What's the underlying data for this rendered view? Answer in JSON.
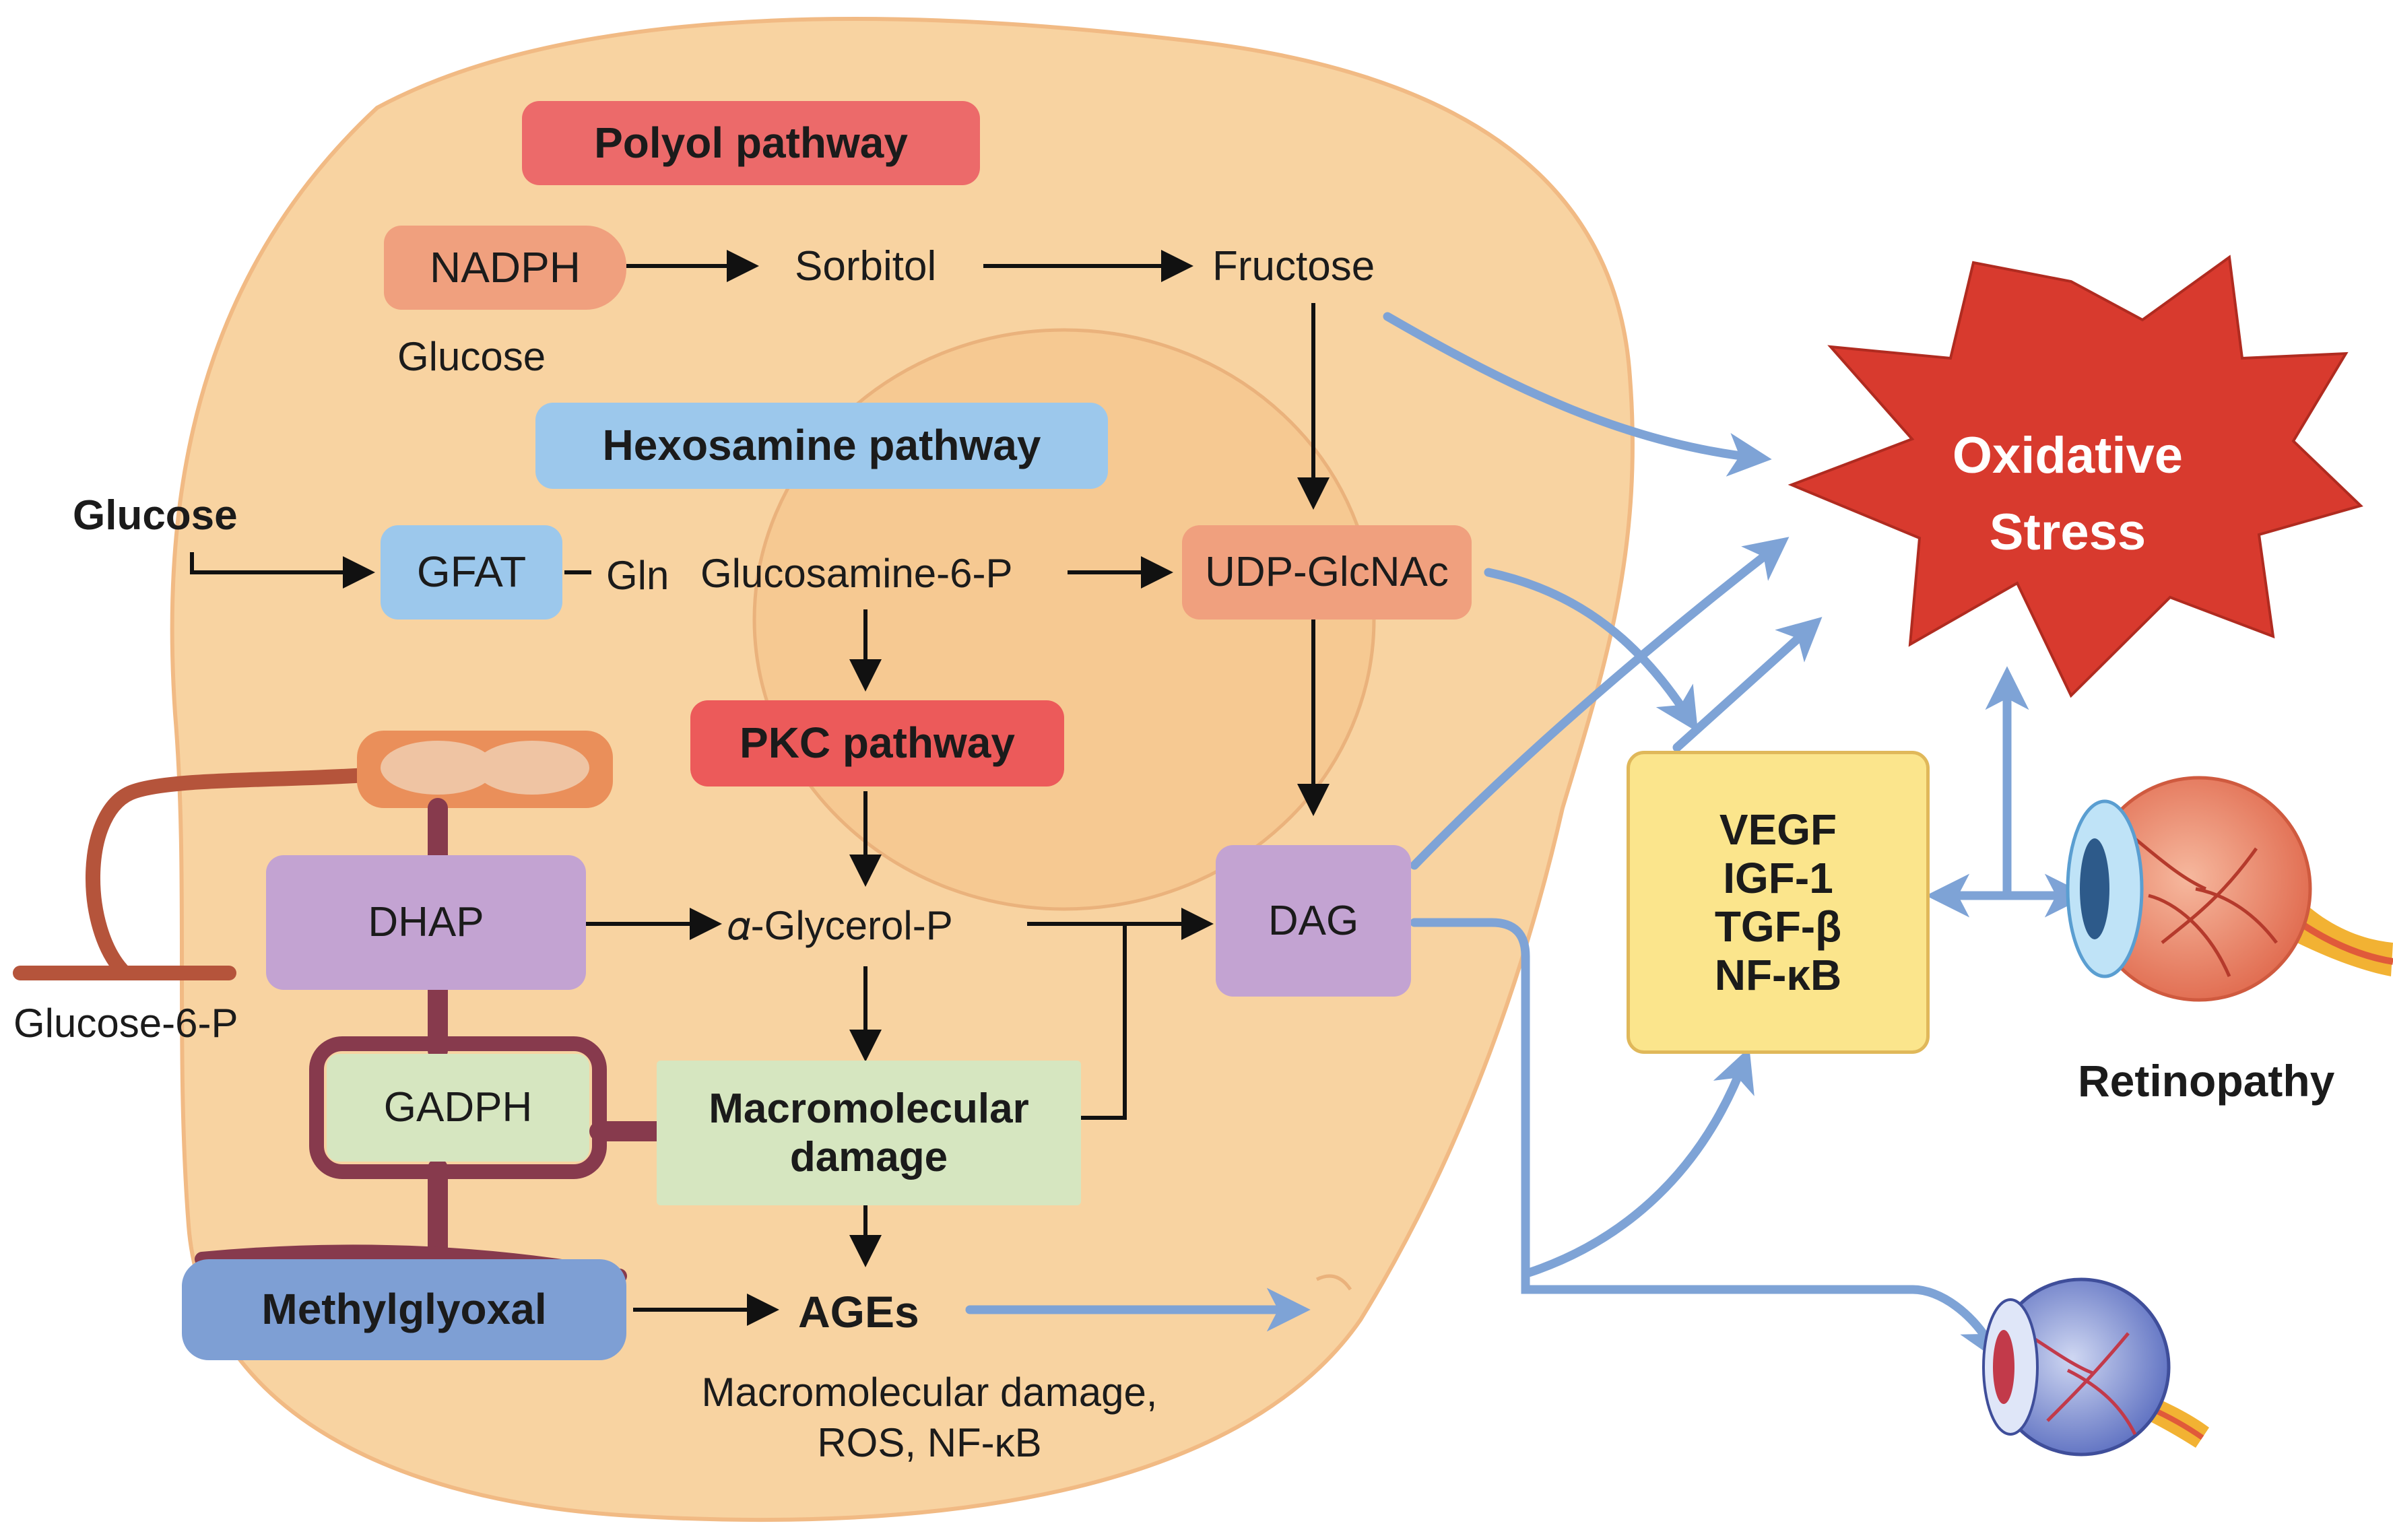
{
  "polyol": {
    "title": "Polyol pathway",
    "nadph": "NADPH",
    "glucose": "Glucose",
    "sorbitol": "Sorbitol",
    "fructose": "Fructose"
  },
  "hexosamine": {
    "title": "Hexosamine pathway",
    "glucose": "Glucose",
    "gfat": "GFAT",
    "gln": "Gln",
    "glucosamine": "Glucosamine-6-P",
    "udp": "UDP-GlcNAc"
  },
  "pkc": {
    "title": "PKC pathway",
    "dhap": "DHAP",
    "glycerol": "𝛼-Glycerol-P",
    "dag": "DAG",
    "g6p": "Glucose-6-P",
    "gadph": "GADPH",
    "macro": "Macromolecular\ndamage"
  },
  "ages": {
    "methylglyoxal": "Methylglyoxal",
    "ages": "AGEs",
    "desc": "Macromolecular damage,\nROS, NF-κB"
  },
  "factors": [
    "VEGF",
    "IGF-1",
    "TGF-β",
    "NF-κB"
  ],
  "oxidative_stress": "Oxidative\nStress",
  "retinopathy": "Retinopathy",
  "colors": {
    "cell": "#f8d3a1",
    "nucleus": "#f6c992",
    "red_label": "#ec6a6a",
    "blue_label": "#9cc8ec",
    "salmon": "#f0a07e",
    "purple": "#c3a3d2",
    "green": "#d6e6c0",
    "factor_box": "#fbe58c",
    "star": "#d83a2e",
    "arrow_blue": "#7ea3d6"
  }
}
